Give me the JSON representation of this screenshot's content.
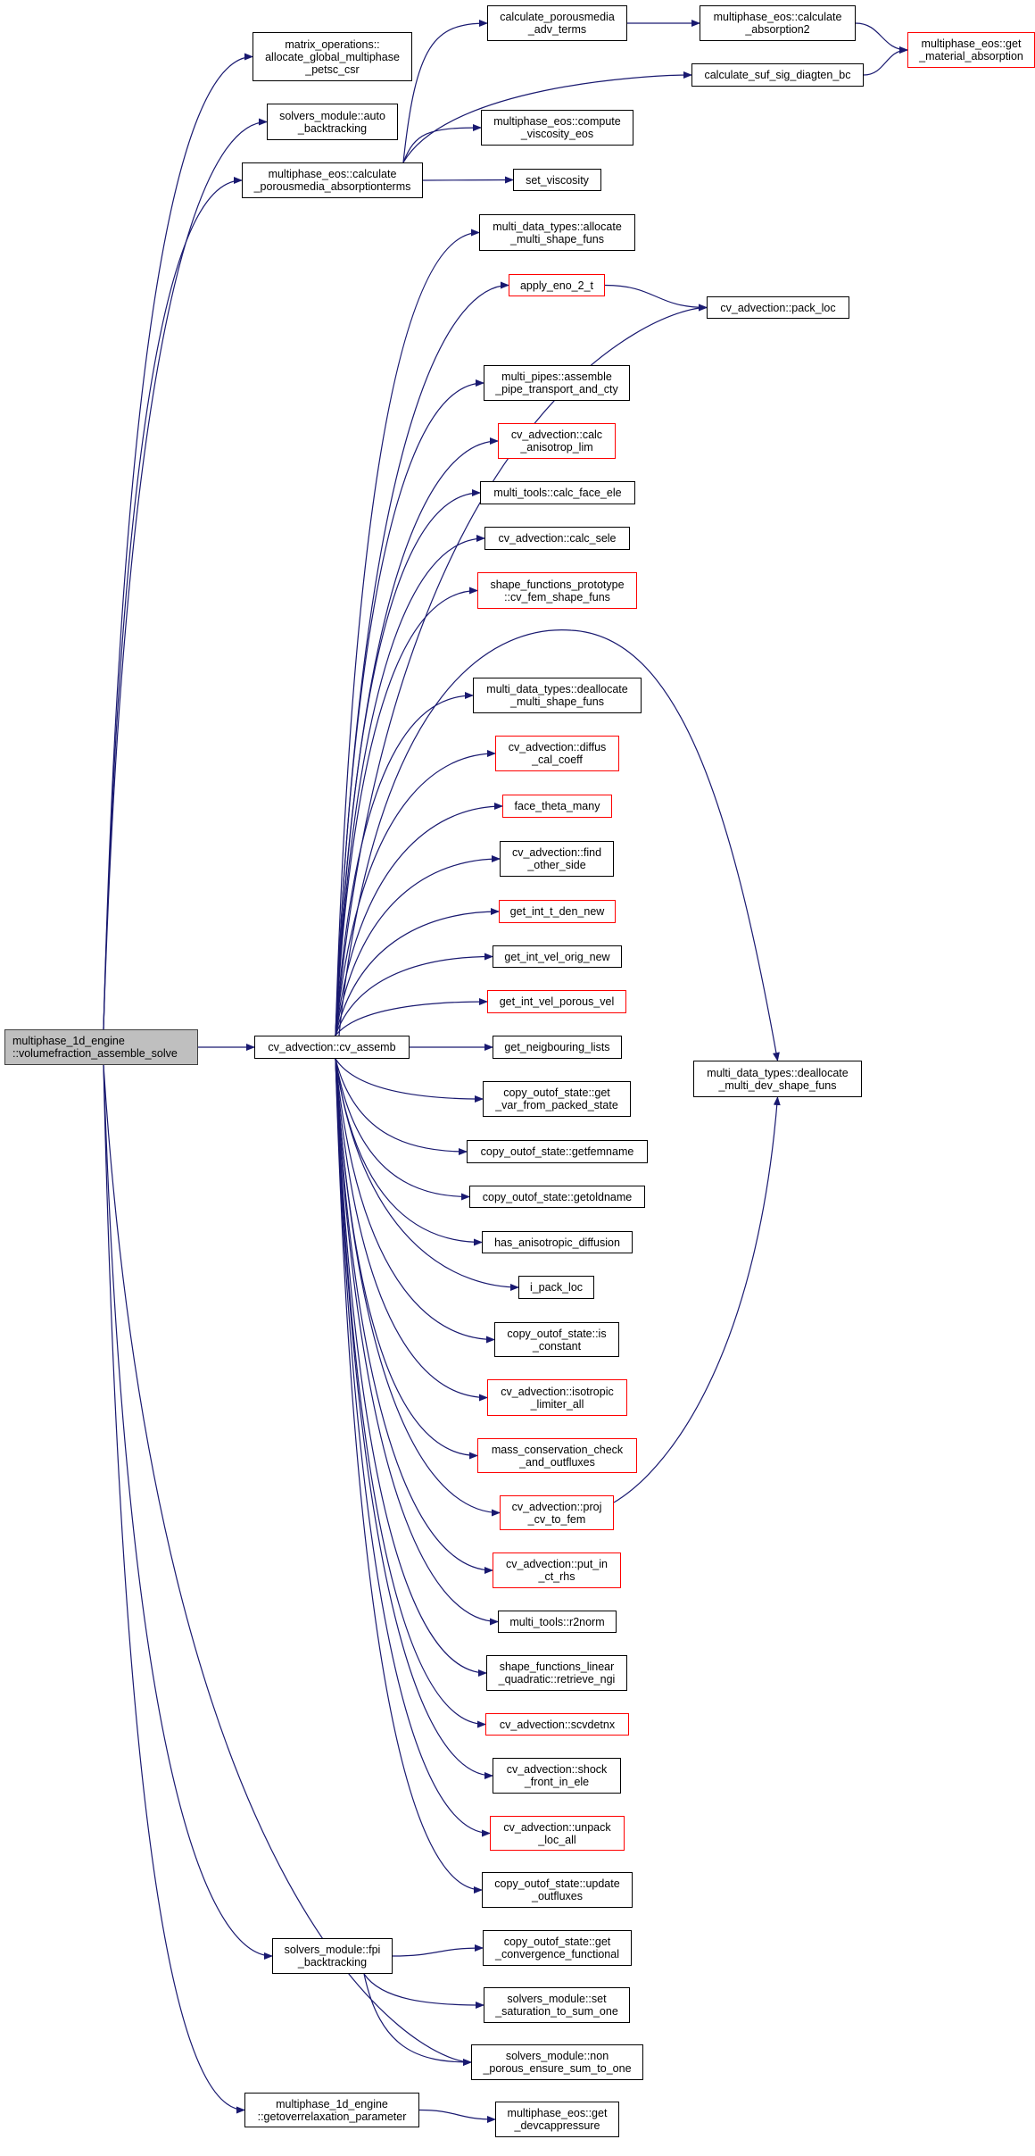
{
  "graph": {
    "edge_color": "#191970",
    "root_fill": "#bfbfbf",
    "truncated_border_color": "#ff0000",
    "nodes": [
      {
        "id": "root",
        "label": "multiphase_1d_engine\n::volumefraction_assemble_solve",
        "root": true
      },
      {
        "id": "matrix_ops",
        "label": "matrix_operations::\nallocate_global_multiphase\n_petsc_csr"
      },
      {
        "id": "auto_bt",
        "label": "solvers_module::auto\n_backtracking"
      },
      {
        "id": "absorp_terms",
        "label": "multiphase_eos::calculate\n_porousmedia_absorptionterms"
      },
      {
        "id": "adv_terms",
        "label": "calculate_porousmedia\n_adv_terms"
      },
      {
        "id": "absorption2",
        "label": "multiphase_eos::calculate\n_absorption2"
      },
      {
        "id": "mat_abs",
        "label": "multiphase_eos::get\n_material_absorption",
        "red": true
      },
      {
        "id": "suf_sig",
        "label": "calculate_suf_sig_diagten_bc"
      },
      {
        "id": "comp_visc",
        "label": "multiphase_eos::compute\n_viscosity_eos"
      },
      {
        "id": "set_visc",
        "label": "set_viscosity"
      },
      {
        "id": "alloc_msf",
        "label": "multi_data_types::allocate\n_multi_shape_funs"
      },
      {
        "id": "apply_eno",
        "label": "apply_eno_2_t",
        "red": true
      },
      {
        "id": "pack_loc",
        "label": "cv_advection::pack_loc"
      },
      {
        "id": "pipes",
        "label": "multi_pipes::assemble\n_pipe_transport_and_cty"
      },
      {
        "id": "aniso_lim",
        "label": "cv_advection::calc\n_anisotrop_lim",
        "red": true
      },
      {
        "id": "face_ele",
        "label": "multi_tools::calc_face_ele"
      },
      {
        "id": "calc_sele",
        "label": "cv_advection::calc_sele"
      },
      {
        "id": "cv_fem",
        "label": "shape_functions_prototype\n::cv_fem_shape_funs",
        "red": true
      },
      {
        "id": "dealloc_msf",
        "label": "multi_data_types::deallocate\n_multi_shape_funs"
      },
      {
        "id": "diffus",
        "label": "cv_advection::diffus\n_cal_coeff",
        "red": true
      },
      {
        "id": "face_theta",
        "label": "face_theta_many",
        "red": true
      },
      {
        "id": "find_other",
        "label": "cv_advection::find\n_other_side"
      },
      {
        "id": "t_den",
        "label": "get_int_t_den_new",
        "red": true
      },
      {
        "id": "vel_orig",
        "label": "get_int_vel_orig_new"
      },
      {
        "id": "vel_porous",
        "label": "get_int_vel_porous_vel",
        "red": true
      },
      {
        "id": "cv_assemb",
        "label": "cv_advection::cv_assemb"
      },
      {
        "id": "neigh",
        "label": "get_neigbouring_lists"
      },
      {
        "id": "dealloc_mdsf",
        "label": "multi_data_types::deallocate\n_multi_dev_shape_funs"
      },
      {
        "id": "get_var",
        "label": "copy_outof_state::get\n_var_from_packed_state"
      },
      {
        "id": "femname",
        "label": "copy_outof_state::getfemname"
      },
      {
        "id": "oldname",
        "label": "copy_outof_state::getoldname"
      },
      {
        "id": "has_aniso",
        "label": "has_anisotropic_diffusion"
      },
      {
        "id": "i_pack",
        "label": "i_pack_loc"
      },
      {
        "id": "is_const",
        "label": "copy_outof_state::is\n_constant"
      },
      {
        "id": "iso_lim",
        "label": "cv_advection::isotropic\n_limiter_all",
        "red": true
      },
      {
        "id": "mass_cons",
        "label": "mass_conservation_check\n_and_outfluxes",
        "red": true
      },
      {
        "id": "proj",
        "label": "cv_advection::proj\n_cv_to_fem",
        "red": true
      },
      {
        "id": "put_in",
        "label": "cv_advection::put_in\n_ct_rhs",
        "red": true
      },
      {
        "id": "r2norm",
        "label": "multi_tools::r2norm"
      },
      {
        "id": "retr_ngi",
        "label": "shape_functions_linear\n_quadratic::retrieve_ngi"
      },
      {
        "id": "scvdetnx",
        "label": "cv_advection::scvdetnx",
        "red": true
      },
      {
        "id": "shock",
        "label": "cv_advection::shock\n_front_in_ele"
      },
      {
        "id": "unpack",
        "label": "cv_advection::unpack\n_loc_all",
        "red": true
      },
      {
        "id": "upd_out",
        "label": "copy_outof_state::update\n_outfluxes"
      },
      {
        "id": "fpi",
        "label": "solvers_module::fpi\n_backtracking"
      },
      {
        "id": "conv_func",
        "label": "copy_outof_state::get\n_convergence_functional"
      },
      {
        "id": "set_sat",
        "label": "solvers_module::set\n_saturation_to_sum_one"
      },
      {
        "id": "non_por",
        "label": "solvers_module::non\n_porous_ensure_sum_to_one"
      },
      {
        "id": "overrelax",
        "label": "multiphase_1d_engine\n::getoverrelaxation_parameter"
      },
      {
        "id": "devcap",
        "label": "multiphase_eos::get\n_devcappressure"
      }
    ],
    "edges": [
      [
        "root",
        "matrix_ops"
      ],
      [
        "root",
        "auto_bt"
      ],
      [
        "root",
        "absorp_terms"
      ],
      [
        "root",
        "cv_assemb"
      ],
      [
        "root",
        "fpi"
      ],
      [
        "root",
        "non_por"
      ],
      [
        "root",
        "overrelax"
      ],
      [
        "absorp_terms",
        "adv_terms"
      ],
      [
        "absorp_terms",
        "suf_sig"
      ],
      [
        "absorp_terms",
        "comp_visc"
      ],
      [
        "absorp_terms",
        "set_visc"
      ],
      [
        "adv_terms",
        "absorption2"
      ],
      [
        "absorption2",
        "mat_abs"
      ],
      [
        "suf_sig",
        "mat_abs"
      ],
      [
        "cv_assemb",
        "alloc_msf"
      ],
      [
        "cv_assemb",
        "apply_eno"
      ],
      [
        "cv_assemb",
        "pack_loc"
      ],
      [
        "cv_assemb",
        "pipes"
      ],
      [
        "cv_assemb",
        "aniso_lim"
      ],
      [
        "cv_assemb",
        "face_ele"
      ],
      [
        "cv_assemb",
        "calc_sele"
      ],
      [
        "cv_assemb",
        "cv_fem"
      ],
      [
        "cv_assemb",
        "dealloc_mdsf"
      ],
      [
        "cv_assemb",
        "dealloc_msf"
      ],
      [
        "cv_assemb",
        "diffus"
      ],
      [
        "cv_assemb",
        "face_theta"
      ],
      [
        "cv_assemb",
        "find_other"
      ],
      [
        "cv_assemb",
        "t_den"
      ],
      [
        "cv_assemb",
        "vel_orig"
      ],
      [
        "cv_assemb",
        "vel_porous"
      ],
      [
        "cv_assemb",
        "neigh"
      ],
      [
        "cv_assemb",
        "get_var"
      ],
      [
        "cv_assemb",
        "femname"
      ],
      [
        "cv_assemb",
        "oldname"
      ],
      [
        "cv_assemb",
        "has_aniso"
      ],
      [
        "cv_assemb",
        "i_pack"
      ],
      [
        "cv_assemb",
        "is_const"
      ],
      [
        "cv_assemb",
        "iso_lim"
      ],
      [
        "cv_assemb",
        "mass_cons"
      ],
      [
        "cv_assemb",
        "proj"
      ],
      [
        "cv_assemb",
        "put_in"
      ],
      [
        "cv_assemb",
        "r2norm"
      ],
      [
        "cv_assemb",
        "retr_ngi"
      ],
      [
        "cv_assemb",
        "scvdetnx"
      ],
      [
        "cv_assemb",
        "shock"
      ],
      [
        "cv_assemb",
        "unpack"
      ],
      [
        "cv_assemb",
        "upd_out"
      ],
      [
        "apply_eno",
        "pack_loc"
      ],
      [
        "proj",
        "dealloc_mdsf"
      ],
      [
        "fpi",
        "conv_func"
      ],
      [
        "fpi",
        "set_sat"
      ],
      [
        "fpi",
        "non_por"
      ],
      [
        "overrelax",
        "devcap"
      ]
    ]
  }
}
